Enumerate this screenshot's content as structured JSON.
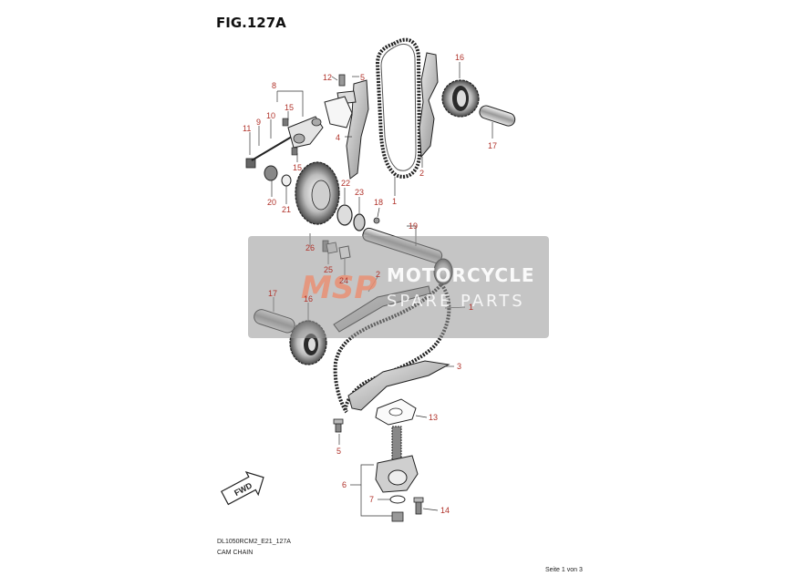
{
  "figure": {
    "title": "FIG.127A",
    "code": "DL1050RCM2_E21_127A",
    "name": "CAM CHAIN",
    "page_info": "Seite 1 von 3"
  },
  "watermark": {
    "logo_text": "MSP",
    "line1": "MOTORCYCLE",
    "line2": "SPARE PARTS"
  },
  "fwd_label": "FWD",
  "colors": {
    "callout": "#b0322a",
    "line": "#222222",
    "watermark": "#969696"
  },
  "callouts": [
    {
      "id": "c1a",
      "label": "1"
    },
    {
      "id": "c2a",
      "label": "2"
    },
    {
      "id": "c4",
      "label": "4"
    },
    {
      "id": "c5a",
      "label": "5"
    },
    {
      "id": "c12",
      "label": "12"
    },
    {
      "id": "c16a",
      "label": "16"
    },
    {
      "id": "c17a",
      "label": "17"
    },
    {
      "id": "c8",
      "label": "8"
    },
    {
      "id": "c9",
      "label": "9"
    },
    {
      "id": "c10",
      "label": "10"
    },
    {
      "id": "c11",
      "label": "11"
    },
    {
      "id": "c15a",
      "label": "15"
    },
    {
      "id": "c15b",
      "label": "15"
    },
    {
      "id": "c20",
      "label": "20"
    },
    {
      "id": "c21",
      "label": "21"
    },
    {
      "id": "c22",
      "label": "22"
    },
    {
      "id": "c23",
      "label": "23"
    },
    {
      "id": "c18",
      "label": "18"
    },
    {
      "id": "c19",
      "label": "19"
    },
    {
      "id": "c26",
      "label": "26"
    },
    {
      "id": "c25",
      "label": "25"
    },
    {
      "id": "c24",
      "label": "24"
    },
    {
      "id": "c2b",
      "label": "2"
    },
    {
      "id": "c1b",
      "label": "1"
    },
    {
      "id": "c17b",
      "label": "17"
    },
    {
      "id": "c16b",
      "label": "16"
    },
    {
      "id": "c3",
      "label": "3"
    },
    {
      "id": "c13",
      "label": "13"
    },
    {
      "id": "c5b",
      "label": "5"
    },
    {
      "id": "c6",
      "label": "6"
    },
    {
      "id": "c7",
      "label": "7"
    },
    {
      "id": "c14",
      "label": "14"
    }
  ]
}
